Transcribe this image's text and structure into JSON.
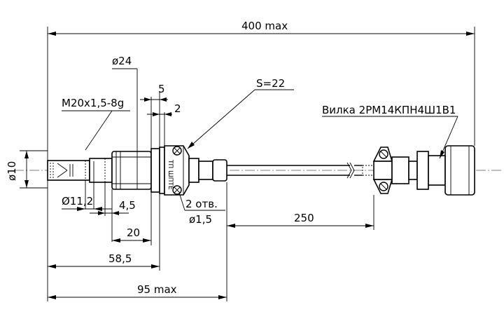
{
  "dimensions": {
    "overall_length": "400 max",
    "body_diameter": "ø24",
    "thread": "M20x1,5-8g",
    "flange_width": "5",
    "gap": "2",
    "wrench_size": "S=22",
    "connector": "Вилка 2РМ14КПН4Ш1В1",
    "probe_diameter": "ø10",
    "inner_diameter": "Ø11,2",
    "thread_relief": "4,5",
    "thread_length": "20",
    "holes_count": "2 отв.",
    "hole_diameter": "ø1,5",
    "cable_length": "250",
    "mount_length": "58,5",
    "housing_length": "95 max"
  },
  "labels": {
    "nameplate": "ТП",
    "nameplate_sub": "ШПТЕ"
  }
}
